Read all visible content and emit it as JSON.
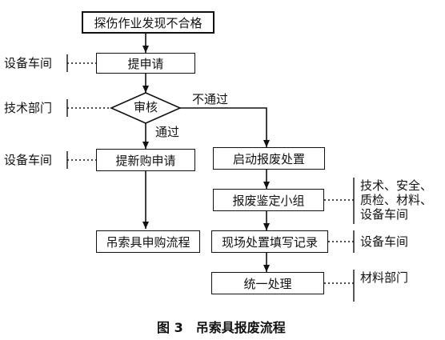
{
  "flow": {
    "start": "探伤作业发现不合格",
    "apply": "提申请",
    "review": "审核",
    "pass_label": "通过",
    "fail_label": "不通过",
    "new_purchase": "提新购申请",
    "purchase_process": "吊索具申购流程",
    "start_scrap": "启动报废处置",
    "scrap_panel": "报废鉴定小组",
    "onsite_record": "现场处置填写记录",
    "unified": "统一处理"
  },
  "roles": {
    "apply_role": "设备车间",
    "review_role": "技术部门",
    "new_purchase_role": "设备车间",
    "panel_roles": [
      "技术、安全、",
      "质检、材料、",
      "设备车间"
    ],
    "onsite_role": "设备车间",
    "unified_role": "材料部门"
  },
  "caption": "图 3　吊索具报废流程"
}
